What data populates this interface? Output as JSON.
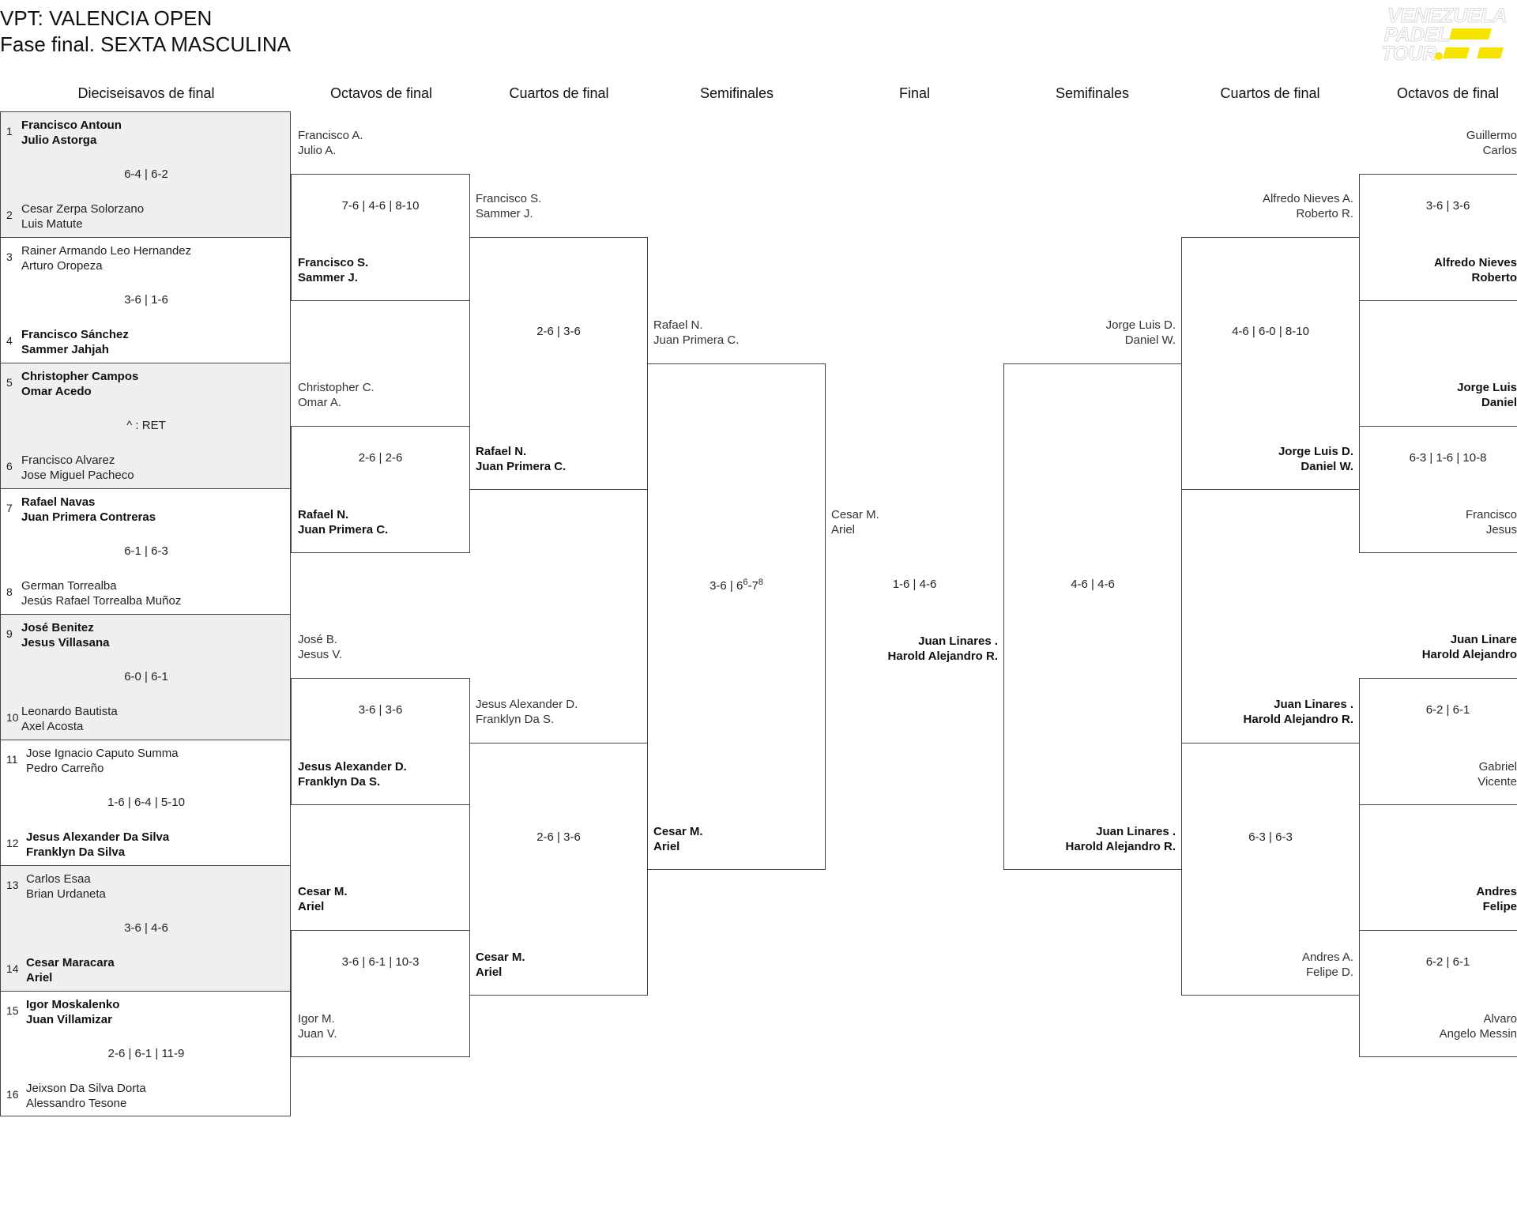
{
  "header": {
    "title": "VPT: VALENCIA OPEN",
    "subtitle": "Fase final. SEXTA MASCULINA",
    "logo_text": [
      "VENEZUELA",
      "PADEL",
      "TOUR"
    ]
  },
  "colors": {
    "accent": "#f5e400",
    "border": "#444444",
    "shade": "#efefef"
  },
  "rounds": {
    "r32": "Dieciseisavos de final",
    "r16": "Octavos de final",
    "qf": "Cuartos de final",
    "sf": "Semifinales",
    "final": "Final",
    "sf_right": "Semifinales",
    "qf_right": "Cuartos de final",
    "r16_right": "Octavos de final"
  },
  "r32_matches": [
    {
      "top_seed": "1",
      "top": [
        "Francisco Antoun",
        "Julio Astorga"
      ],
      "top_win": true,
      "score": "6-4 | 6-2",
      "bottom_seed": "2",
      "bottom": [
        "Cesar Zerpa Solorzano",
        "Luis Matute"
      ],
      "bottom_win": false
    },
    {
      "top_seed": "3",
      "top": [
        "Rainer Armando Leo Hernandez",
        "Arturo Oropeza"
      ],
      "top_win": false,
      "score": "3-6 | 1-6",
      "bottom_seed": "4",
      "bottom": [
        "Francisco Sánchez",
        "Sammer Jahjah"
      ],
      "bottom_win": true
    },
    {
      "top_seed": "5",
      "top": [
        "Christopher Campos",
        "Omar Acedo"
      ],
      "top_win": true,
      "score": "^ : RET",
      "bottom_seed": "6",
      "bottom": [
        "Francisco Alvarez",
        "Jose Miguel Pacheco"
      ],
      "bottom_win": false
    },
    {
      "top_seed": "7",
      "top": [
        "Rafael Navas",
        "Juan Primera Contreras"
      ],
      "top_win": true,
      "score": "6-1 | 6-3",
      "bottom_seed": "8",
      "bottom": [
        "German Torrealba",
        "Jesús Rafael Torrealba Muñoz"
      ],
      "bottom_win": false
    },
    {
      "top_seed": "9",
      "top": [
        "José Benitez",
        "Jesus Villasana"
      ],
      "top_win": true,
      "score": "6-0 | 6-1",
      "bottom_seed": "10",
      "bottom": [
        "Leonardo Bautista",
        "Axel Acosta"
      ],
      "bottom_win": false
    },
    {
      "top_seed": "11",
      "top": [
        "Jose Ignacio Caputo Summa",
        "Pedro Carreño"
      ],
      "top_win": false,
      "score": "1-6 | 6-4 | 5-10",
      "bottom_seed": "12",
      "bottom": [
        "Jesus Alexander Da Silva",
        "Franklyn Da Silva"
      ],
      "bottom_win": true
    },
    {
      "top_seed": "13",
      "top": [
        "Carlos Esaa",
        "Brian Urdaneta"
      ],
      "top_win": false,
      "score": "3-6 | 4-6",
      "bottom_seed": "14",
      "bottom": [
        "Cesar Maracara",
        "Ariel"
      ],
      "bottom_win": true
    },
    {
      "top_seed": "15",
      "top": [
        "Igor Moskalenko",
        "Juan Villamizar"
      ],
      "top_win": true,
      "score": "2-6 | 6-1 | 11-9",
      "bottom_seed": "16",
      "bottom": [
        "Jeixson Da Silva Dorta",
        "Alessandro Tesone"
      ],
      "bottom_win": false
    }
  ],
  "r16_left": [
    {
      "top": [
        "Francisco A.",
        "Julio A."
      ],
      "top_win": false,
      "score": "7-6 | 4-6 | 8-10",
      "bottom": [
        "Francisco S.",
        "Sammer J."
      ],
      "bottom_win": true
    },
    {
      "top": [
        "Christopher C.",
        "Omar A."
      ],
      "top_win": false,
      "score": "2-6 | 2-6",
      "bottom": [
        "Rafael N.",
        "Juan Primera C."
      ],
      "bottom_win": true
    },
    {
      "top": [
        "José B.",
        "Jesus V."
      ],
      "top_win": false,
      "score": "3-6 | 3-6",
      "bottom": [
        "Jesus Alexander D.",
        "Franklyn Da S."
      ],
      "bottom_win": true
    },
    {
      "top": [
        "Cesar M.",
        "Ariel"
      ],
      "top_win": true,
      "score": "3-6 | 6-1 | 10-3",
      "bottom": [
        "Igor M.",
        "Juan V."
      ],
      "bottom_win": false
    }
  ],
  "qf_left": [
    {
      "top": [
        "Francisco S.",
        "Sammer J."
      ],
      "top_win": false,
      "score": "2-6 | 3-6",
      "bottom": [
        "Rafael N.",
        "Juan Primera C."
      ],
      "bottom_win": true
    },
    {
      "top": [
        "Jesus Alexander D.",
        "Franklyn Da S."
      ],
      "top_win": false,
      "score": "2-6 | 3-6",
      "bottom": [
        "Cesar M.",
        "Ariel"
      ],
      "bottom_win": true
    }
  ],
  "sf_left": {
    "top": [
      "Rafael N.",
      "Juan Primera C."
    ],
    "top_win": false,
    "score_base": "3-6 | 6",
    "score_sup1": "6",
    "score_mid": "-7",
    "score_sup2": "8",
    "bottom": [
      "Cesar M.",
      "Ariel"
    ],
    "bottom_win": true
  },
  "final": {
    "top": [
      "Cesar M.",
      "Ariel"
    ],
    "top_win": false,
    "score": "1-6 | 4-6",
    "bottom": [
      "Juan Linares .",
      "Harold Alejandro R."
    ],
    "bottom_win": true
  },
  "sf_right": {
    "score": "4-6 | 4-6",
    "top": [
      "Jorge Luis D.",
      "Daniel W."
    ],
    "top_win": false,
    "bottom": [
      "Juan Linares .",
      "Harold Alejandro R."
    ],
    "bottom_win": true
  },
  "qf_right": [
    {
      "top": [
        "Alfredo Nieves A.",
        "Roberto R."
      ],
      "top_win": false,
      "score": "4-6 | 6-0 | 8-10",
      "bottom": [
        "Jorge Luis D.",
        "Daniel W."
      ],
      "bottom_win": true
    },
    {
      "top": [
        "Juan Linares .",
        "Harold Alejandro R."
      ],
      "top_win": true,
      "score": "6-3 | 6-3",
      "bottom": [
        "Andres A.",
        "Felipe D."
      ],
      "bottom_win": false
    }
  ],
  "r16_right": [
    {
      "top": [
        "Guillermo",
        "Carlos"
      ],
      "top_win": false,
      "score": "3-6 | 3-6",
      "bottom": [
        "Alfredo Nieves",
        "Roberto"
      ],
      "bottom_win": true
    },
    {
      "top": [
        "Jorge Luis",
        "Daniel"
      ],
      "top_win": true,
      "score": "6-3 | 1-6 | 10-8",
      "bottom": [
        "Francisco",
        "Jesus"
      ],
      "bottom_win": false
    },
    {
      "top": [
        "Juan Linare",
        "Harold Alejandro"
      ],
      "top_win": true,
      "score": "6-2 | 6-1",
      "bottom": [
        "Gabriel",
        "Vicente"
      ],
      "bottom_win": false
    },
    {
      "top": [
        "Andres",
        "Felipe"
      ],
      "top_win": true,
      "score": "6-2 | 6-1",
      "bottom": [
        "Alvaro",
        "Angelo Messin"
      ],
      "bottom_win": false
    }
  ]
}
